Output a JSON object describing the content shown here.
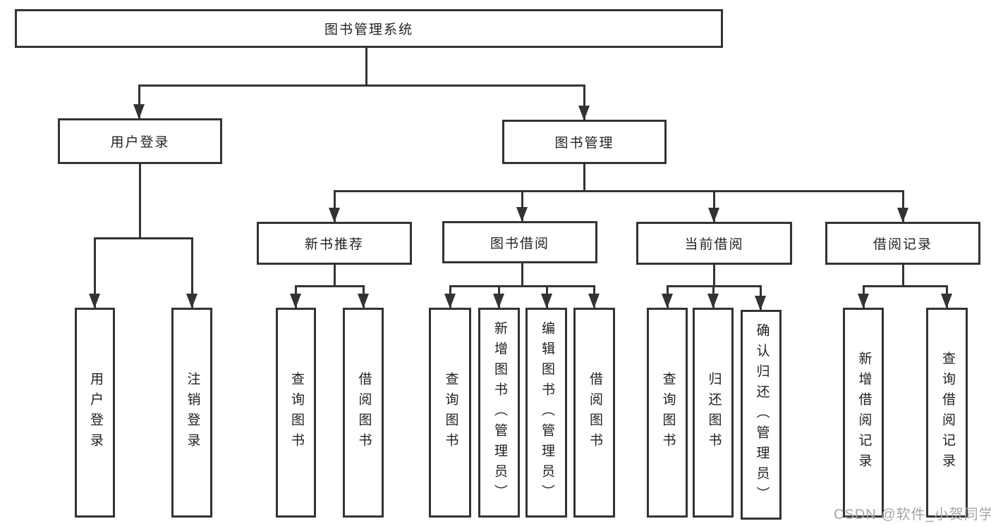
{
  "tree": {
    "root": {
      "label": "图书管理系统"
    },
    "login": {
      "label": "用户登录",
      "children": [
        "用户登录",
        "注销登录"
      ]
    },
    "management": {
      "label": "图书管理",
      "groups": [
        {
          "label": "新书推荐",
          "children": [
            "查询图书",
            "借阅图书"
          ]
        },
        {
          "label": "图书借阅",
          "children": [
            "查询图书",
            "新增图书（管理员）",
            "编辑图书（管理员）",
            "借阅图书"
          ]
        },
        {
          "label": "当前借阅",
          "children": [
            "查询图书",
            "归还图书",
            "确认归还（管理员）"
          ]
        },
        {
          "label": "借阅记录",
          "children": [
            "新增借阅记录",
            "查询借阅记录"
          ]
        }
      ]
    }
  },
  "watermark": {
    "text": "CSDN @软件_小贺同学"
  },
  "colors": {
    "line": "#333333",
    "text": "#222222",
    "background": "#ffffff",
    "watermark": "#a6a6a6"
  }
}
